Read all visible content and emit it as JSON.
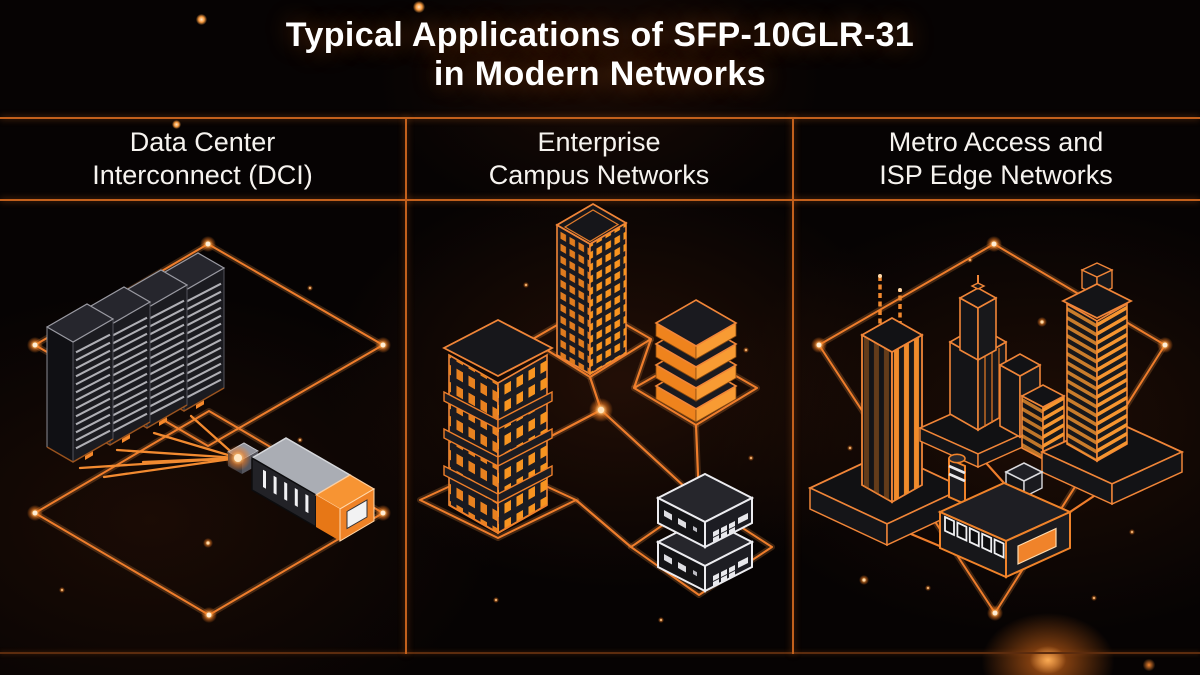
{
  "title": {
    "line1": "Typical Applications of SFP-10GLR-31",
    "line2": "in Modern Networks"
  },
  "panels": [
    {
      "header": {
        "line1": "Data Center",
        "line2": "Interconnect (DCI)"
      },
      "illustration": {
        "label": "server-racks-linked-to-sfp-transceiver",
        "icons": [
          "wireframe-diamond-grid-icon",
          "server-rack-icon",
          "fiber-link-fan-icon",
          "sfp-transceiver-icon",
          "glow-node-icon"
        ]
      }
    },
    {
      "header": {
        "line1": "Enterprise",
        "line2": "Campus Networks"
      },
      "illustration": {
        "label": "campus-buildings-switch-network",
        "icons": [
          "office-tower-icon",
          "multi-storey-building-icon",
          "stacked-switch-icon",
          "rack-switch-pair-icon",
          "network-link-icon",
          "glow-node-icon"
        ]
      }
    },
    {
      "header": {
        "line1": "Metro Access and",
        "line2": "ISP Edge Networks"
      },
      "illustration": {
        "label": "metro-city-wireframe",
        "icons": [
          "wireframe-ground-diamond-icon",
          "antenna-tower-icon",
          "stepped-skyscraper-icon",
          "striped-tower-icon",
          "highrise-building-icon",
          "factory-icon"
        ]
      }
    }
  ],
  "colors": {
    "background": "#060303",
    "accent_orange": "#f0832a",
    "line_orange": "#ee7d2c",
    "divider_orange": "#c2601c",
    "device_dark": "#1a1a1f",
    "title_text": "#ffffff",
    "header_text": "#f6f3ef",
    "highlight_white": "#ececf0"
  }
}
